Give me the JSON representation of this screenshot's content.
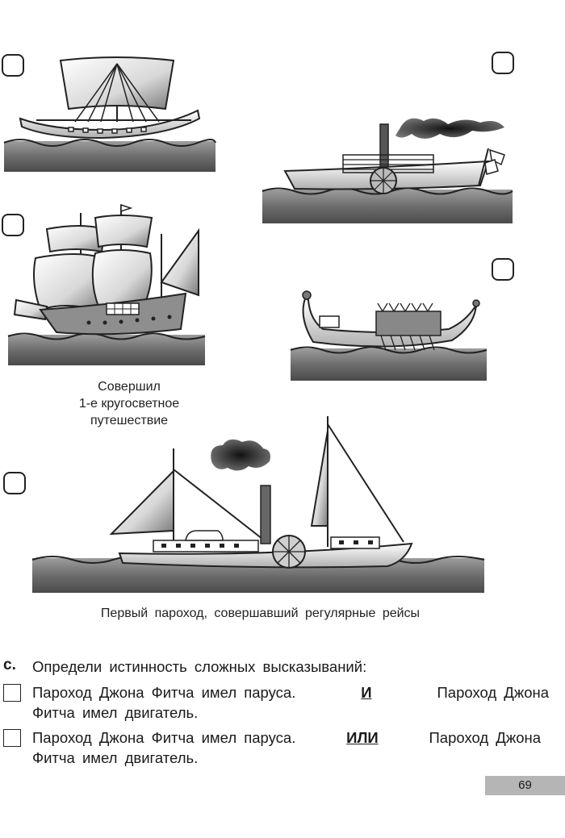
{
  "captions": {
    "galleon_line1": "Совершил",
    "galleon_line2": "1-е кругосветное",
    "galleon_line3": "путешествие",
    "fitch_steamboat": "Первый пароход, совершавший регулярные рейсы"
  },
  "task": {
    "letter": "с.",
    "instruction": "Определи истинность сложных высказываний:",
    "statements": [
      {
        "part1": "Пароход Джона Фитча имел паруса.",
        "connective": "И",
        "part2": "Пароход Джона",
        "line2": "Фитча имел двигатель."
      },
      {
        "part1": "Пароход Джона Фитча имел паруса.",
        "connective": "ИЛИ",
        "part2": "Пароход Джона",
        "line2": "Фитча имел двигатель."
      }
    ]
  },
  "page_number": "69"
}
